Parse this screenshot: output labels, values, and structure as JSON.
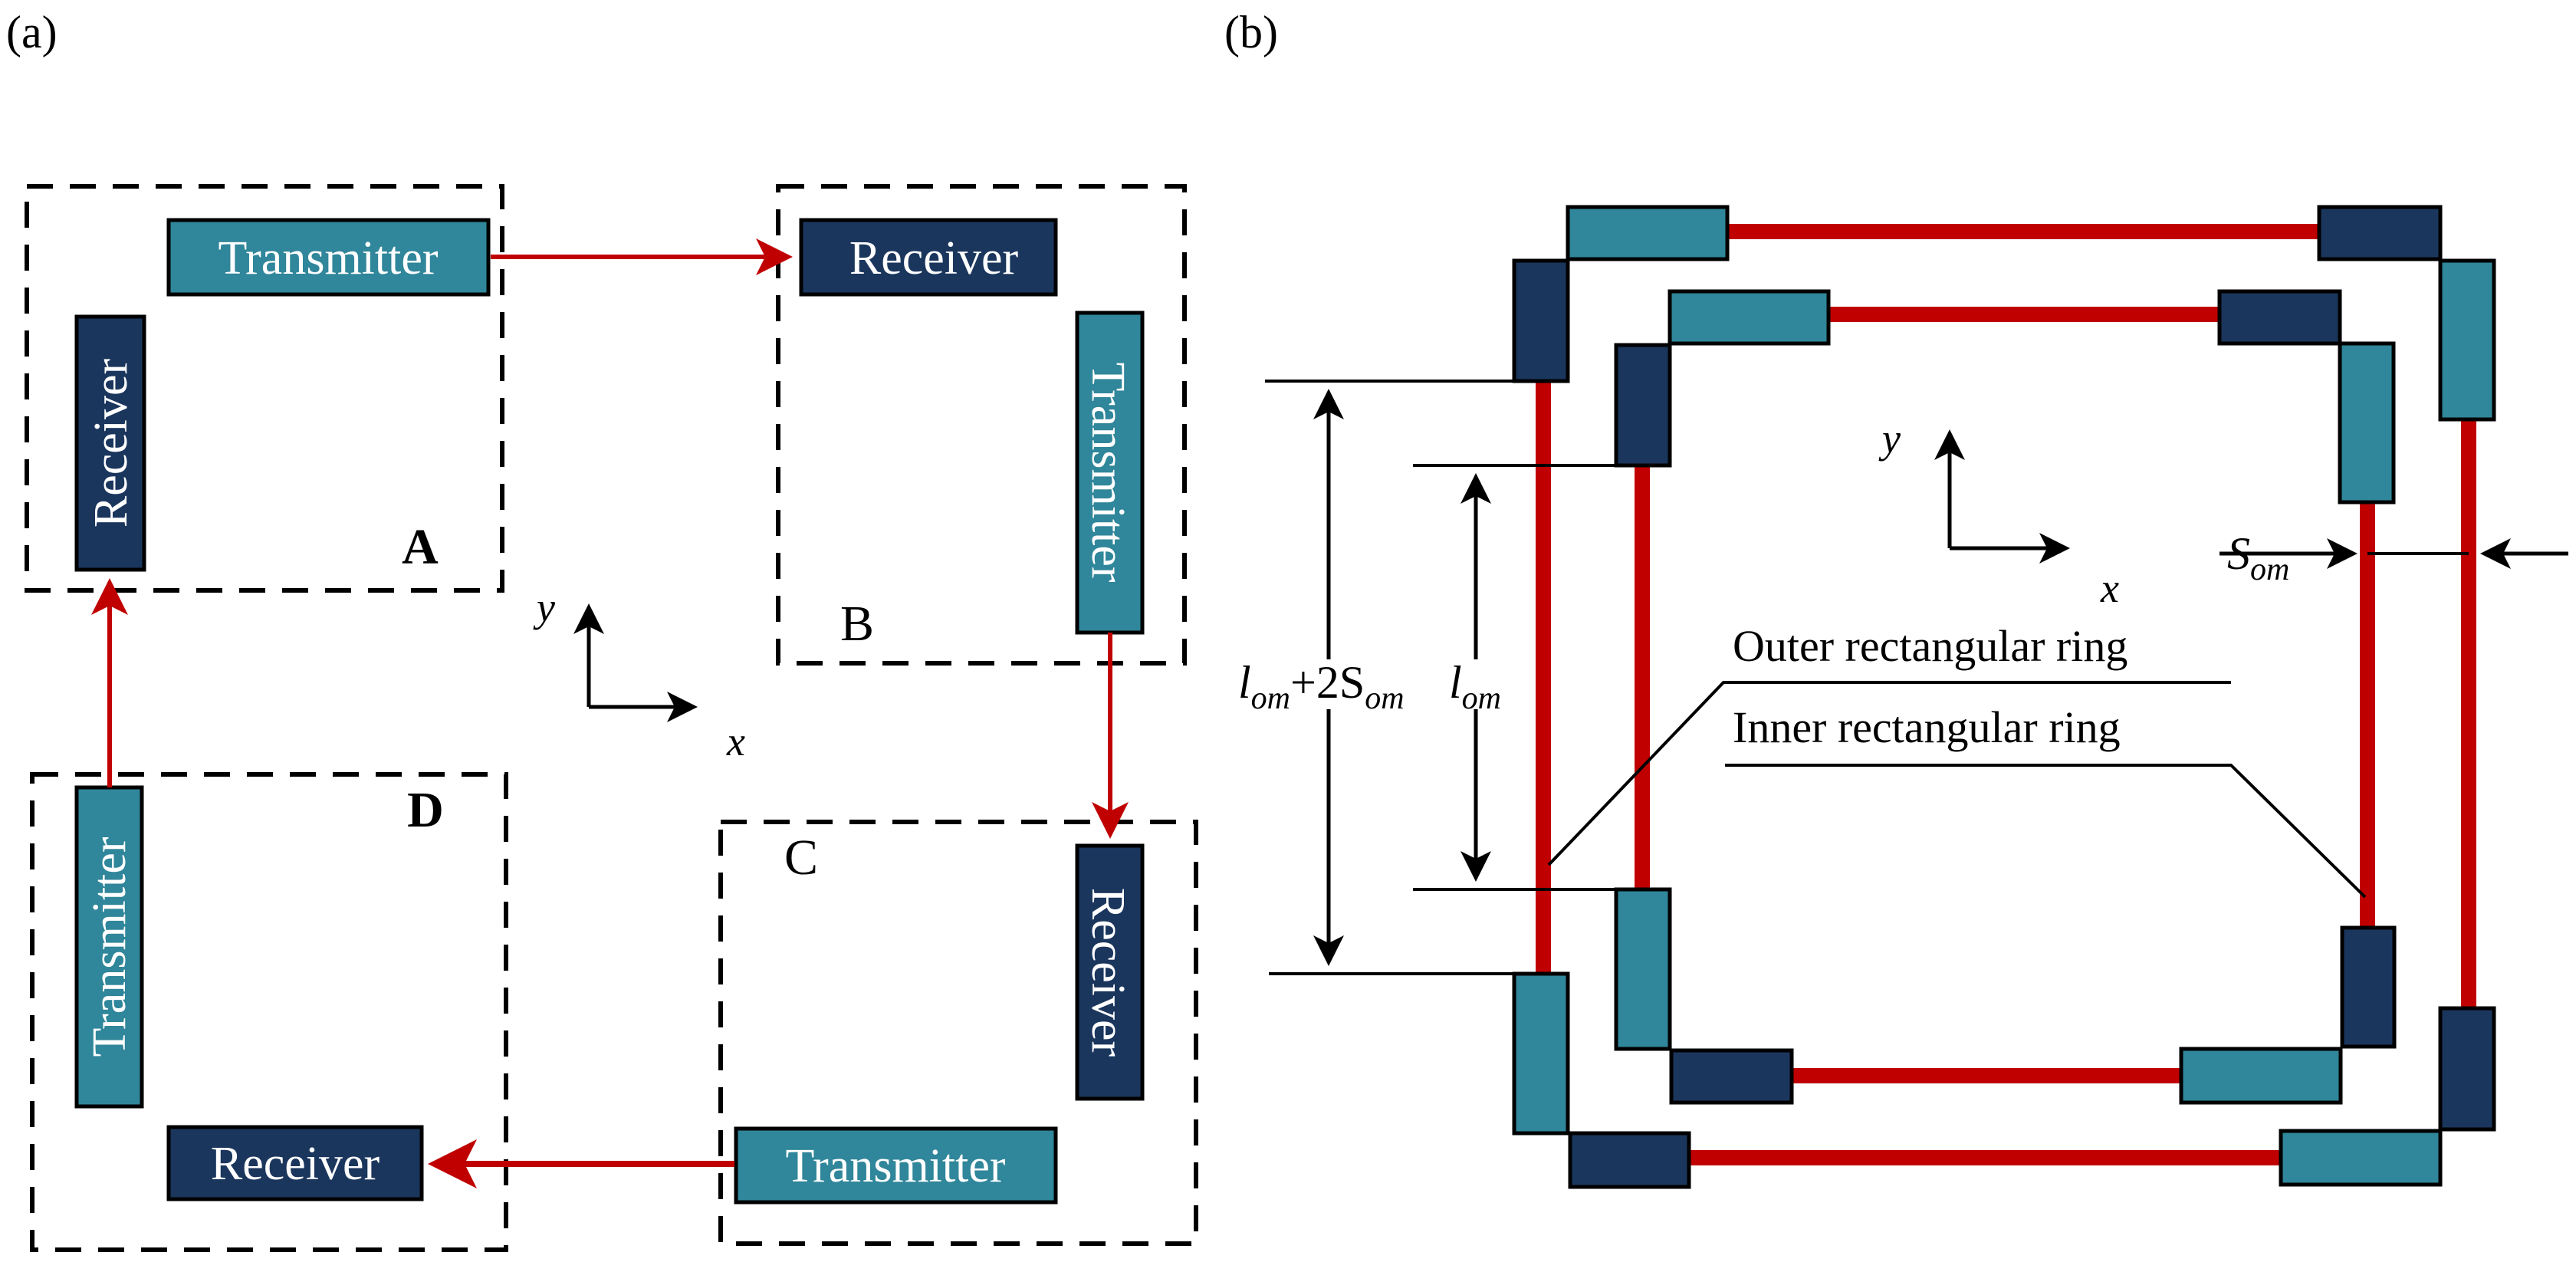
{
  "colors": {
    "transmitter": "#30869A",
    "receiver": "#1B365D",
    "power_flow": "#C00000",
    "outline": "#000000",
    "background": "#FFFFFF"
  },
  "panel_a": {
    "label": "(a)",
    "modules": [
      {
        "id": "A",
        "label": "A",
        "label_bold": true,
        "transmitter_label": "Transmitter",
        "receiver_label": "Receiver"
      },
      {
        "id": "B",
        "label": "B",
        "label_bold": false,
        "transmitter_label": "Transmitter",
        "receiver_label": "Receiver"
      },
      {
        "id": "C",
        "label": "C",
        "label_bold": false,
        "transmitter_label": "Transmitter",
        "receiver_label": "Receiver"
      },
      {
        "id": "D",
        "label": "D",
        "label_bold": true,
        "transmitter_label": "Transmitter",
        "receiver_label": "Receiver"
      }
    ],
    "power_flow": [
      "A → B",
      "B → C",
      "C → D",
      "D → A"
    ],
    "axis": {
      "x_label": "x",
      "y_label": "y"
    }
  },
  "panel_b": {
    "label": "(b)",
    "axis": {
      "x_label": "x",
      "y_label": "y"
    },
    "dimensions": {
      "outer": {
        "base": "l",
        "sub1": "om",
        "mid": "+2S",
        "sub2": "om"
      },
      "inner": {
        "base": "l",
        "sub": "om"
      },
      "spacing": {
        "base": "S",
        "sub": "om"
      }
    },
    "ring_labels": {
      "outer": "Outer rectangular ring",
      "inner": "Inner rectangular ring"
    }
  }
}
